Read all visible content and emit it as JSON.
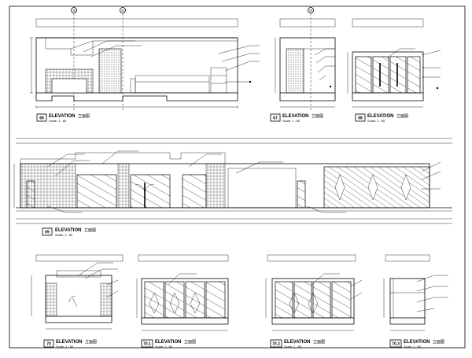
{
  "drawing": {
    "views": [
      {
        "number": "66",
        "title": "ELEVATION",
        "cn": "立面图",
        "scale": "Scale: 1 : 60"
      },
      {
        "number": "67",
        "title": "ELEVATION",
        "cn": "立面图",
        "scale": "Scale: 1 : 60"
      },
      {
        "number": "68",
        "title": "ELEVATION",
        "cn": "立面图",
        "scale": "Scale: 1 : 60"
      },
      {
        "number": "69",
        "title": "ELEVATION",
        "cn": "立面图",
        "scale": "Scale: 1 : 60"
      },
      {
        "number": "70",
        "title": "ELEVATION",
        "cn": "立面图",
        "scale": "Scale: 1 : 60"
      },
      {
        "number": "70.1",
        "title": "ELEVATION",
        "cn": "立面图",
        "scale": "Scale: 1 : 60"
      },
      {
        "number": "70.2",
        "title": "ELEVATION",
        "cn": "立面图",
        "scale": "Scale: 1 : 60"
      },
      {
        "number": "70.3",
        "title": "ELEVATION",
        "cn": "立面图",
        "scale": "Scale: 1 : 60"
      }
    ],
    "grid_markers": [
      "38",
      "39",
      "56"
    ]
  }
}
